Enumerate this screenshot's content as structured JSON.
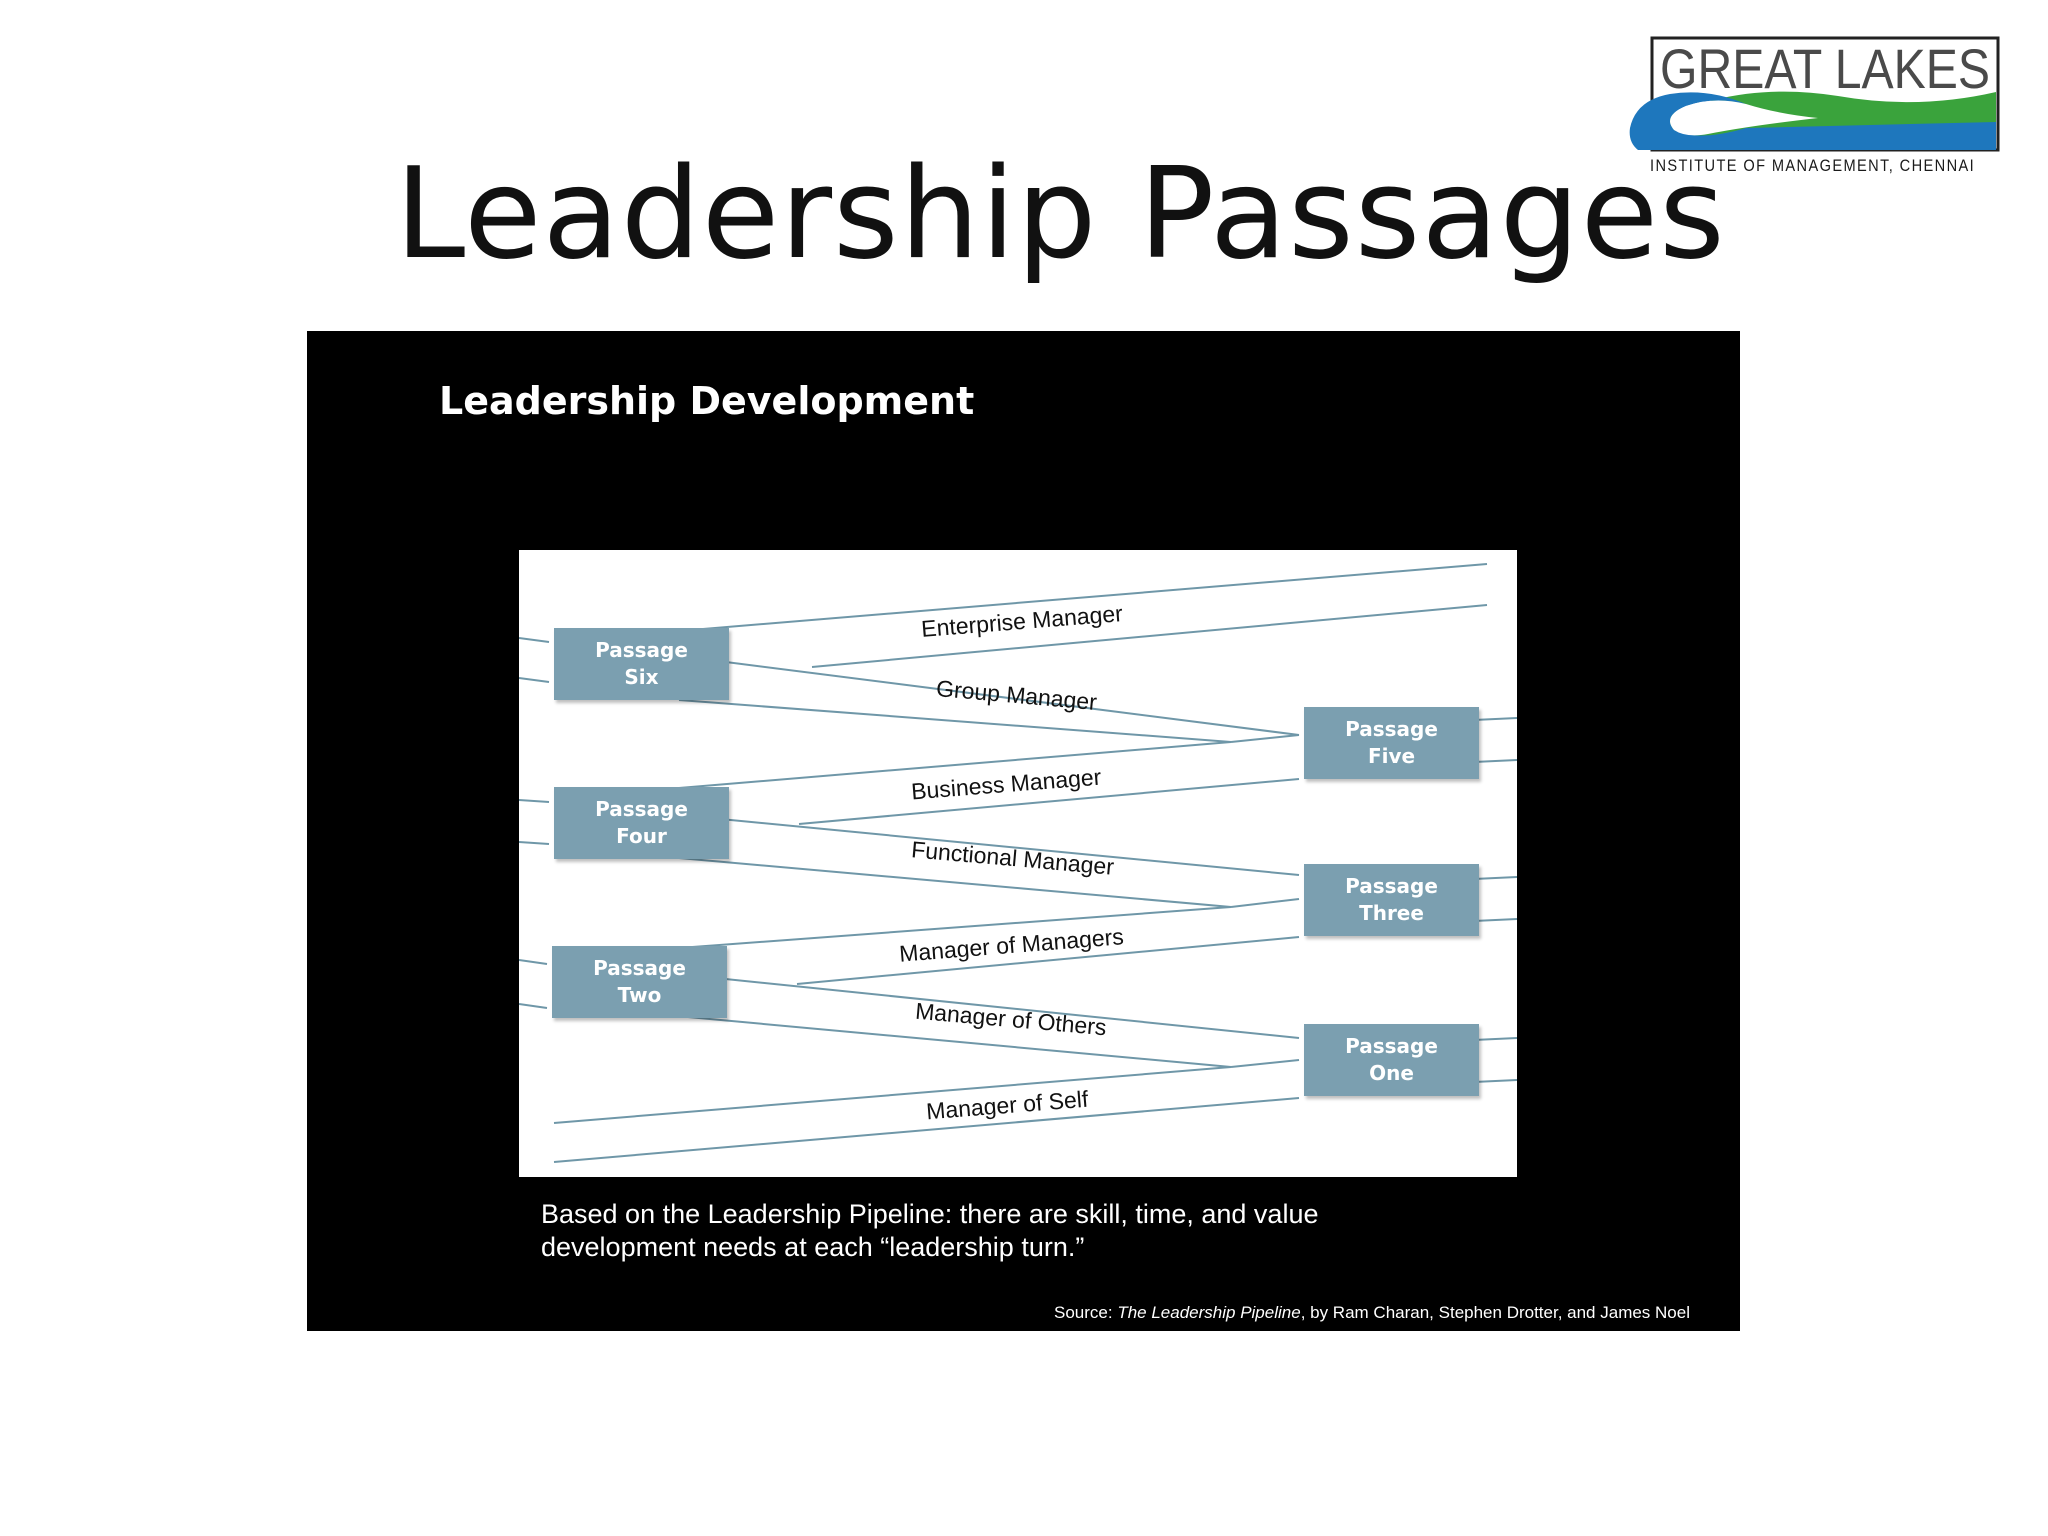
{
  "slide": {
    "title": "Leadership Passages"
  },
  "logo": {
    "name": "GREAT LAKES",
    "subtext": "INSTITUTE OF MANAGEMENT, CHENNAI"
  },
  "panel": {
    "title": "Leadership Development",
    "caption_line1": "Based on the Leadership Pipeline: there are skill, time, and value",
    "caption_line2": "development needs at each “leadership turn.”",
    "source_prefix": "Source: ",
    "source_book": "The Leadership Pipeline",
    "source_suffix": ", by Ram Charan, Stephen Drotter, and James Noel"
  },
  "diagram": {
    "passages": [
      {
        "id": "six",
        "line1": "Passage",
        "line2": "Six"
      },
      {
        "id": "five",
        "line1": "Passage",
        "line2": "Five"
      },
      {
        "id": "four",
        "line1": "Passage",
        "line2": "Four"
      },
      {
        "id": "three",
        "line1": "Passage",
        "line2": "Three"
      },
      {
        "id": "two",
        "line1": "Passage",
        "line2": "Two"
      },
      {
        "id": "one",
        "line1": "Passage",
        "line2": "One"
      }
    ],
    "roles": [
      "Enterprise Manager",
      "Group Manager",
      "Business Manager",
      "Functional Manager",
      "Manager of Managers",
      "Manager of Others",
      "Manager of Self"
    ],
    "colors": {
      "box": "#7b9fb0",
      "line": "#6f97a8"
    }
  }
}
